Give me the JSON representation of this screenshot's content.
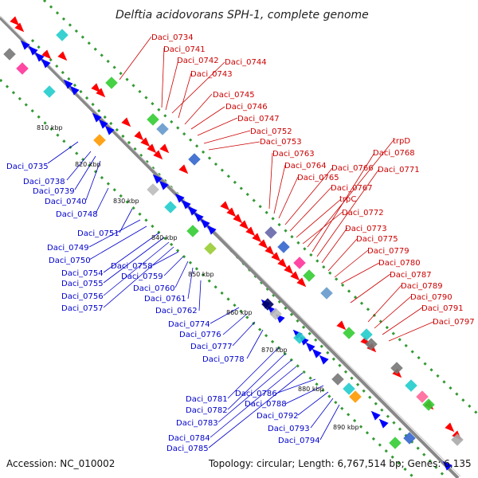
{
  "title": "Delftia acidovorans SPH-1, complete genome",
  "accession": "Accession: NC_010002",
  "topology": "Topology: circular; Length: 6,767,514 bp; Genes: 6,135",
  "colors": {
    "forward_label": "#cc0000",
    "reverse_label": "#0000cc",
    "backbone": "#999999",
    "tick": "#339933",
    "forward_gene": "#ff0000",
    "reverse_gene": "#0000ff"
  },
  "kbp_ticks": [
    "810 kbp",
    "820 kbp",
    "830 kbp",
    "840 kbp",
    "850 kbp",
    "860 kbp",
    "870 kbp",
    "880 kbp",
    "890 kbp"
  ],
  "forward_genes": [
    "Daci_0734",
    "Daci_0741",
    "Daci_0742",
    "Daci_0744",
    "Daci_0743",
    "Daci_0745",
    "Daci_0746",
    "Daci_0747",
    "Daci_0752",
    "Daci_0753",
    "Daci_0763",
    "Daci_0764",
    "Daci_0765",
    "Daci_0766",
    "Daci_0767",
    "trpC",
    "Daci_0772",
    "trpD",
    "Daci_0768",
    "Daci_0771",
    "Daci_0773",
    "Daci_0775",
    "Daci_0779",
    "Daci_0780",
    "Daci_0787",
    "Daci_0789",
    "Daci_0790",
    "Daci_0791",
    "Daci_0797"
  ],
  "reverse_genes": [
    "Daci_0735",
    "Daci_0738",
    "Daci_0739",
    "Daci_0740",
    "Daci_0748",
    "Daci_0751",
    "Daci_0749",
    "Daci_0750",
    "Daci_0754",
    "Daci_0755",
    "Daci_0756",
    "Daci_0757",
    "Daci_0758",
    "Daci_0759",
    "Daci_0760",
    "Daci_0761",
    "Daci_0762",
    "Daci_0774",
    "Daci_0776",
    "Daci_0777",
    "Daci_0778",
    "Daci_0781",
    "Daci_0782",
    "Daci_0783",
    "Daci_0784",
    "Daci_0785",
    "Daci_0786",
    "Daci_0788",
    "Daci_0792",
    "Daci_0793",
    "Daci_0794"
  ]
}
